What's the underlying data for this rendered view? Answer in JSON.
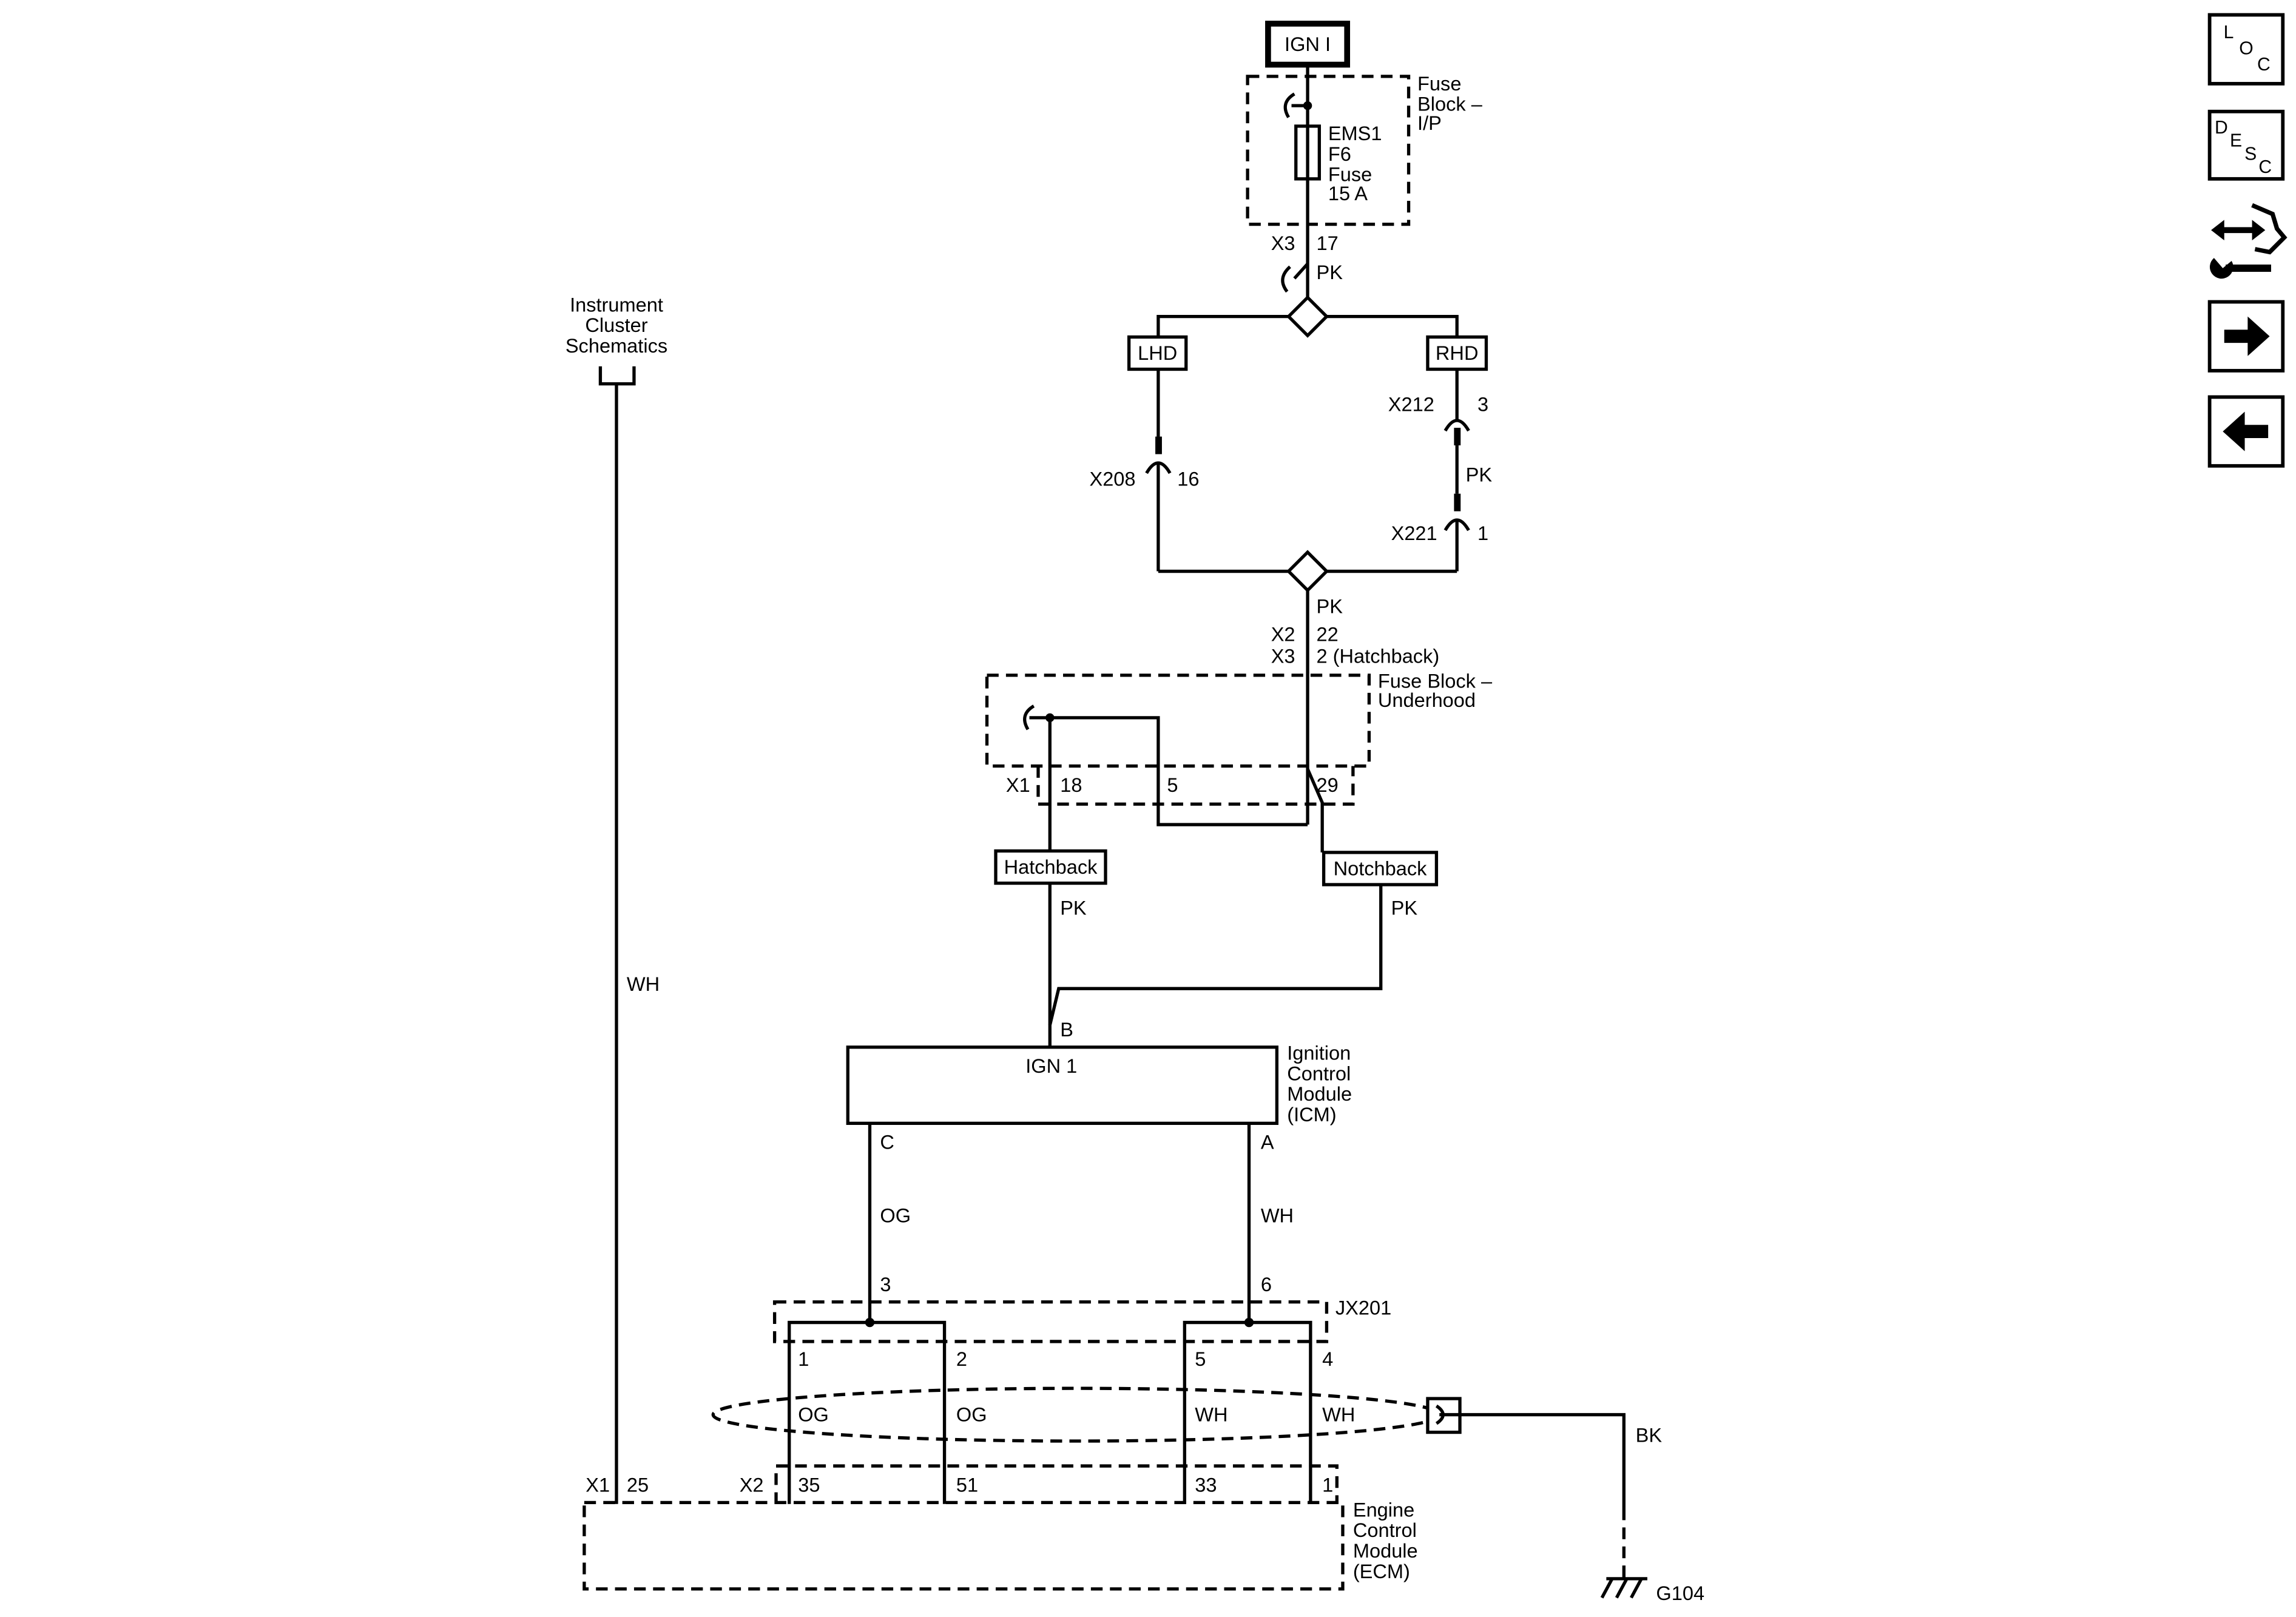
{
  "source": {
    "label": "IGN I"
  },
  "fuse_block_ip": {
    "name_lines": [
      "Fuse",
      "Block –",
      "I/P"
    ],
    "fuse_lines": [
      "EMS1",
      "F6",
      "Fuse",
      "15 A"
    ],
    "connector": "X3",
    "pin": "17",
    "wire_color": "PK"
  },
  "drive_options": {
    "lhd": "LHD",
    "rhd": "RHD"
  },
  "lhd_branch": {
    "connector": "X208",
    "pin": "16"
  },
  "rhd_branch": {
    "connector_1": "X212",
    "pin_1": "3",
    "wire_color": "PK",
    "connector_2": "X221",
    "pin_2": "1"
  },
  "feed_to_underhood": {
    "wire_color": "PK",
    "connector_1": "X2",
    "pin_1": "22",
    "connector_2": "X3",
    "pin_2": "2 (Hatchback)"
  },
  "fuse_block_underhood": {
    "name_lines": [
      "Fuse Block –",
      "Underhood"
    ],
    "connector": "X1",
    "pins": [
      "18",
      "5",
      "29"
    ]
  },
  "body_options": {
    "hatchback": "Hatchback",
    "hatchback_wire": "PK",
    "notchback": "Notchback",
    "notchback_wire": "PK"
  },
  "icm": {
    "name_lines": [
      "Ignition",
      "Control",
      "Module",
      "(ICM)"
    ],
    "terminal_label": "IGN 1",
    "input_pin": "B",
    "pin_c": "C",
    "wire_c": "OG",
    "pin_a": "A",
    "wire_a": "WH"
  },
  "jx201": {
    "name": "JX201",
    "pin_in_c": "3",
    "pin_in_a": "6",
    "pins_out": [
      "1",
      "2",
      "5",
      "4"
    ]
  },
  "shielded_wires": {
    "colors": [
      "OG",
      "OG",
      "WH",
      "WH"
    ],
    "drain_wire": "BK",
    "ground": "G104"
  },
  "instrument_cluster": {
    "name_lines": [
      "Instrument",
      "Cluster",
      "Schematics"
    ],
    "wire_color": "WH"
  },
  "ecm": {
    "name_lines": [
      "Engine",
      "Control",
      "Module",
      "(ECM)"
    ],
    "connector_x1": "X1",
    "pin_x1": "25",
    "connector_x2": "X2",
    "pins_x2": [
      "35",
      "51",
      "33",
      "1"
    ]
  },
  "toolbar": {
    "loc_letters": [
      "L",
      "O",
      "C"
    ],
    "desc_letters": [
      "D",
      "E",
      "S",
      "C"
    ],
    "icons": [
      "location-icon",
      "description-icon",
      "connector-repair-icon",
      "next-arrow-icon",
      "previous-arrow-icon"
    ]
  },
  "colors": {
    "line": "#000000",
    "background": "#ffffff"
  }
}
